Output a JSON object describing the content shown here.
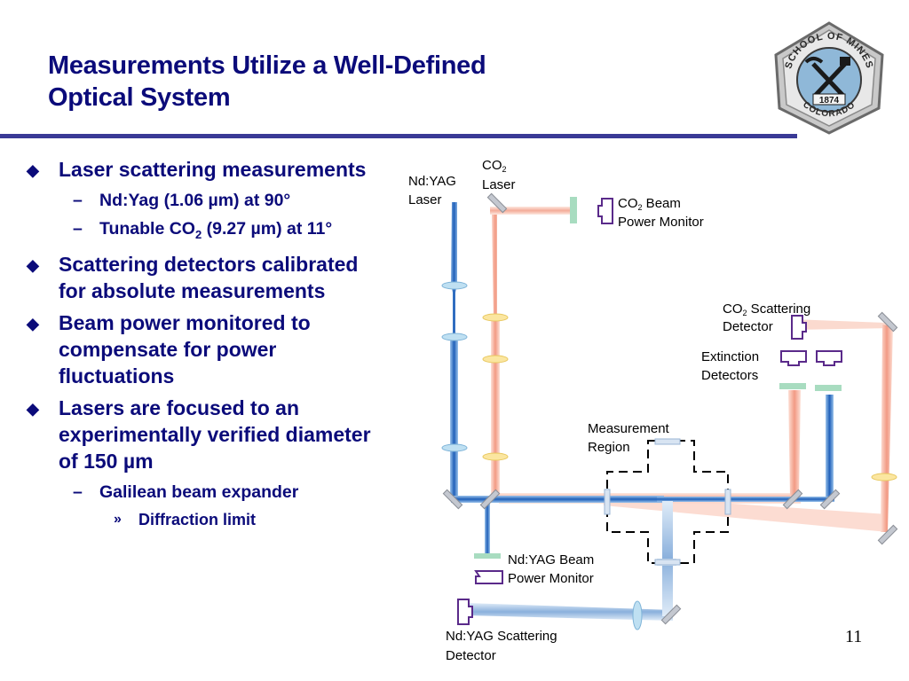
{
  "title": {
    "line1": "Measurements Utilize a Well-Defined",
    "line2": "Optical System"
  },
  "logo": {
    "top_text": "SCHOOL OF MINES",
    "bottom_text": "COLORADO",
    "year": "1874"
  },
  "bullets": [
    {
      "level": 1,
      "pre": "Laser scattering measurements"
    },
    {
      "level": 2,
      "pre": "Nd:Yag (1.06 ",
      "mu": "µ",
      "post": "m) at 90°"
    },
    {
      "level": 2,
      "pre": "Tunable CO",
      "sub": "2",
      "post": " (9.27 ",
      "mu": "µ",
      "post2": "m) at 11°"
    },
    {
      "level": 1,
      "pre": "Scattering detectors calibrated for absolute measurements"
    },
    {
      "level": 1,
      "pre": "Beam power monitored to compensate for power fluctuations"
    },
    {
      "level": 1,
      "pre": "Lasers are focused to an experimentally verified diameter of 150 ",
      "mu": "µ",
      "post": "m"
    },
    {
      "level": 2,
      "pre": "Galilean beam expander"
    },
    {
      "level": 3,
      "pre": "Diffraction limit"
    }
  ],
  "bullet_marks": {
    "level1": "◆",
    "level2": "–",
    "level3": "»"
  },
  "diagram": {
    "co2_laser": {
      "l1": "CO",
      "sub": "2",
      "l2": "Laser"
    },
    "ndyag_laser": {
      "l1": "Nd:YAG",
      "l2": "Laser"
    },
    "co2_beam_monitor": {
      "l1": "CO",
      "sub": "2",
      "l1b": " Beam",
      "l2": "Power Monitor"
    },
    "co2_scatter_detector": {
      "l1": "CO",
      "sub": "2",
      "l1b": " Scattering",
      "l2": "Detector"
    },
    "extinction_detectors": {
      "l1": "Extinction",
      "l2": "Detectors"
    },
    "measurement_region": {
      "l1": "Measurement",
      "l2": "Region"
    },
    "ndyag_beam_monitor": {
      "l1": "Nd:YAG Beam",
      "l2": "Power Monitor"
    },
    "ndyag_scatter_detector": {
      "l1": "Nd:YAG Scattering",
      "l2": "Detector"
    }
  },
  "colors": {
    "title_text": "#0b0b7a",
    "rule": "#3a3a96",
    "ndyag_beam": "#2b6cc0",
    "co2_beam": "#f4a08c",
    "detector": "#5a2a8a",
    "lens_blue": "#bfe0f2",
    "lens_yellow": "#fbe6a0",
    "mirror": "#b8bcc4",
    "monitor_green": "#a8dcc0"
  },
  "slide_number": "11"
}
